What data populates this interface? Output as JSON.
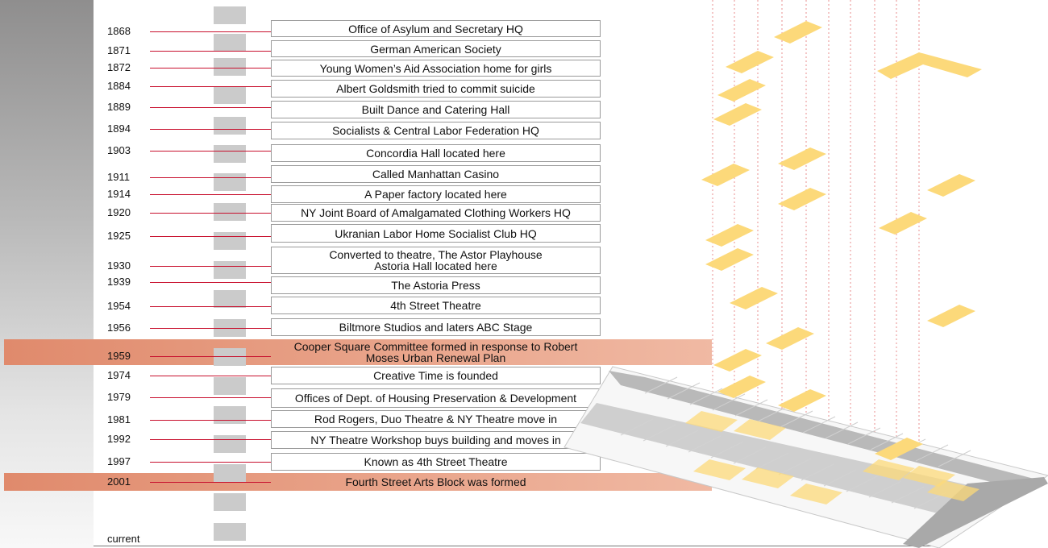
{
  "colors": {
    "highlight_band": "#e08a6c",
    "leader_line": "#c8102e",
    "building_fill": "#fcd97a",
    "street_fill": "#b9b9b9",
    "guide_line": "#e88f8f"
  },
  "timeline": [
    {
      "year": "1868",
      "event": "Office of Asylum and Secretary HQ",
      "highlight": false
    },
    {
      "year": "1871",
      "event": "German American Society",
      "highlight": false
    },
    {
      "year": "1872",
      "event": "Young Women’s Aid Association home for girls",
      "highlight": false
    },
    {
      "year": "1884",
      "event": "Albert Goldsmith tried to commit suicide",
      "highlight": false
    },
    {
      "year": "1889",
      "event": "Built Dance and Catering Hall",
      "highlight": false
    },
    {
      "year": "1894",
      "event": "Socialists & Central Labor Federation HQ",
      "highlight": false
    },
    {
      "year": "1903",
      "event": "Concordia Hall located here",
      "highlight": false
    },
    {
      "year": "1911",
      "event": "Called Manhattan Casino",
      "highlight": false
    },
    {
      "year": "1914",
      "event": "A Paper factory located here",
      "highlight": false
    },
    {
      "year": "1920",
      "event": "NY Joint Board of Amalgamated Clothing Workers HQ",
      "highlight": false
    },
    {
      "year": "1925",
      "event": "Ukranian Labor Home Socialist Club HQ",
      "highlight": false
    },
    {
      "year": "1930",
      "event": "Converted to theatre, The Astor Playhouse\nAstoria Hall located here",
      "highlight": false
    },
    {
      "year": "1939",
      "event": "The Astoria Press",
      "highlight": false
    },
    {
      "year": "1954",
      "event": "4th Street Theatre",
      "highlight": false
    },
    {
      "year": "1956",
      "event": "Biltmore Studios and laters ABC Stage",
      "highlight": false
    },
    {
      "year": "1959",
      "event": "Cooper Square Committee formed in response to Robert\nMoses Urban Renewal Plan",
      "highlight": true
    },
    {
      "year": "1974",
      "event": "Creative Time is founded",
      "highlight": false
    },
    {
      "year": "1979",
      "event": "Offices of Dept. of Housing Preservation & Development",
      "highlight": false
    },
    {
      "year": "1981",
      "event": "Rod Rogers, Duo Theatre & NY Theatre move in",
      "highlight": false
    },
    {
      "year": "1992",
      "event": "NY Theatre Workshop buys building and moves in",
      "highlight": false
    },
    {
      "year": "1997",
      "event": "Known as 4th Street Theatre",
      "highlight": false
    },
    {
      "year": "2001",
      "event": "Fourth Street Arts Block was formed",
      "highlight": true
    }
  ],
  "current_label": "current"
}
